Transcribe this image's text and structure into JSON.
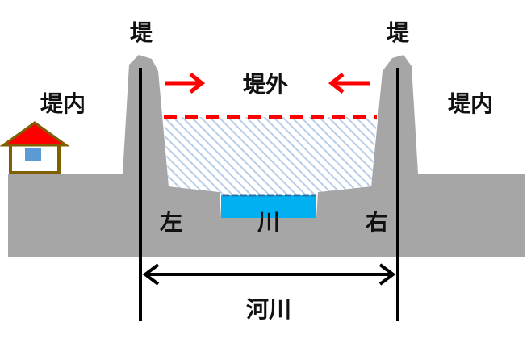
{
  "labels": {
    "levee_left": "堤",
    "levee_right": "堤",
    "landside_left": "堤内",
    "landside_right": "堤内",
    "riverside": "堤外",
    "left_bank": "左",
    "right_bank": "右",
    "channel": "川",
    "river_extent": "河川"
  },
  "colors": {
    "ground": "#a6a6a6",
    "water": "#00b0f0",
    "water_line": "#2f6fa8",
    "flood_hatch": "#b7cde8",
    "flood_line": "#ff0000",
    "arrow": "#ff0000",
    "house_roof": "#ff0000",
    "house_frame": "#7f5f00",
    "house_window": "#5b9bd5",
    "boundary_line": "#000000"
  },
  "icons": {
    "house": "house-icon",
    "arrow_inward_left": "arrow-right-icon",
    "arrow_inward_right": "arrow-left-icon"
  }
}
